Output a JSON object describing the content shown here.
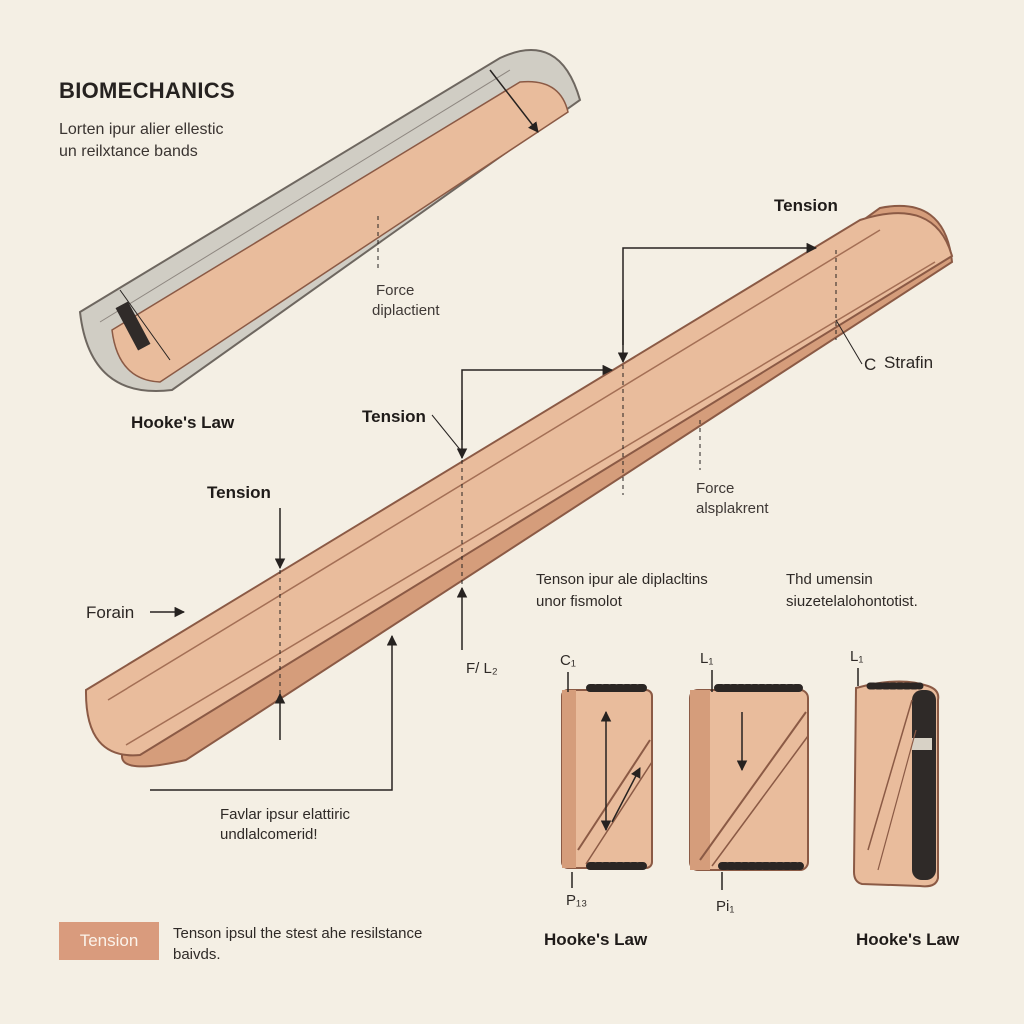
{
  "colors": {
    "background": "#f4efe4",
    "band": "#e9bc9c",
    "band_shade": "#d59d7b",
    "band_outline": "#8b5a45",
    "grey_band": "#d0cdc4",
    "ink": "#262220",
    "badge": "#d99b7d"
  },
  "header": {
    "title": "BIOMECHANICS",
    "subtitle_line1": "Lorten ipur alier ellestic",
    "subtitle_line2": "un reilxtance bands"
  },
  "labels": {
    "top_force_line1": "Force",
    "top_force_line2": "diplactient",
    "hookes_law_top": "Hooke's Law",
    "tension_top_right": "Tension",
    "strain": "Strafin",
    "strain_marker": "C",
    "tension_mid": "Tension",
    "tension_left": "Tension",
    "forain": "Forain",
    "right_force_line1": "Force",
    "right_force_line2": "alsplakrent",
    "mid_note_line1": "Tenson ipur ale diplacltins",
    "mid_note_line2": "unor fismolot",
    "right_note_line1": "Thd umensin",
    "right_note_line2": "siuzetelalohontotist.",
    "length_marker": "F/ L₂",
    "bottom_note_line1": "Favlar ipsur elattiric",
    "bottom_note_line2": "undlalcomerid!",
    "badge_text": "Tension",
    "footer_line1": "Tenson ipsul the stest ahe resilstance",
    "footer_line2": "baivds."
  },
  "small_bands": [
    {
      "top_label": "C₁",
      "bottom_label": "P₁₃"
    },
    {
      "top_label": "L₁",
      "bottom_label": "Pi₁"
    },
    {
      "top_label": "L₁",
      "bottom_label": ""
    }
  ],
  "captions": {
    "left": "Hooke's Law",
    "right": "Hooke's Law"
  }
}
